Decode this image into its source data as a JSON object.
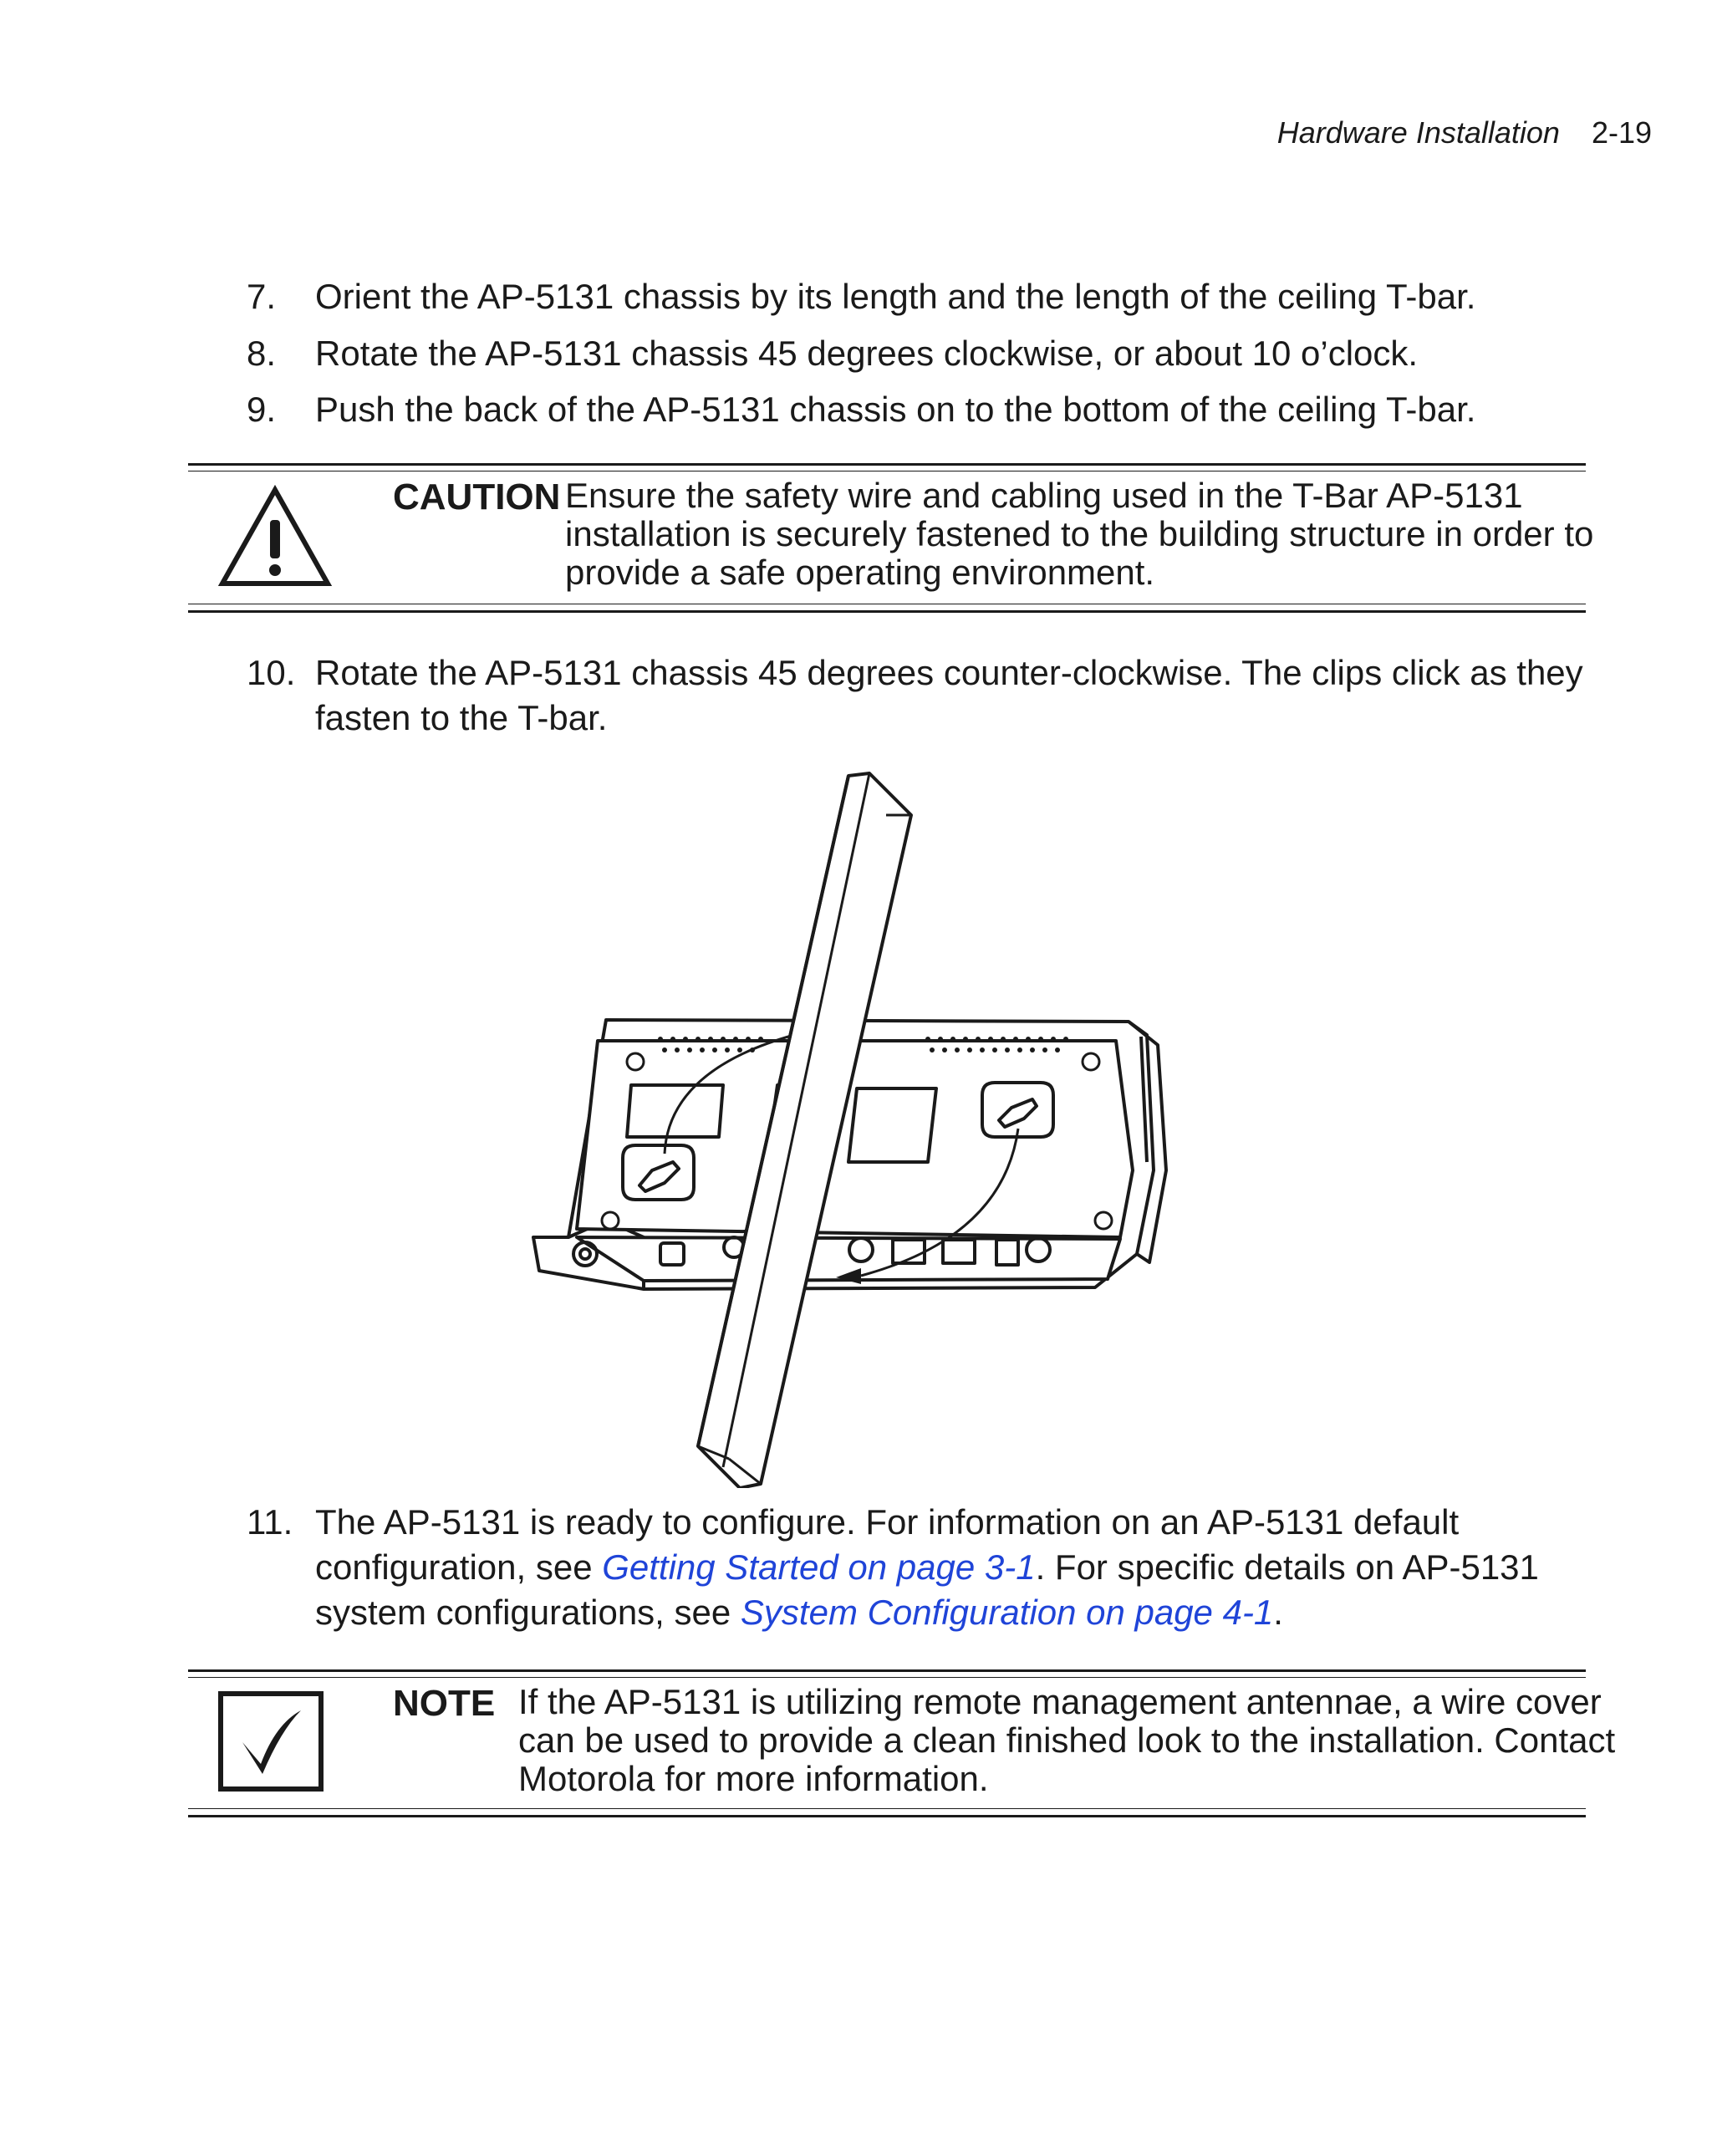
{
  "header": {
    "section": "Hardware Installation",
    "page": "2-19"
  },
  "steps_top": [
    {
      "num": "7.",
      "text": "Orient the AP-5131 chassis by its length and the length of the ceiling T-bar."
    },
    {
      "num": "8.",
      "text": "Rotate the AP-5131 chassis 45 degrees clockwise, or about 10 o’clock."
    },
    {
      "num": "9.",
      "text": "Push the back of the AP-5131 chassis on to the bottom of the ceiling T-bar."
    }
  ],
  "caution": {
    "label": "CAUTION",
    "lines": [
      "Ensure the safety wire and cabling used in the T-Bar AP-5131",
      "installation is securely fastened to the building structure in order to",
      "provide a safe operating environment."
    ]
  },
  "step10": {
    "num": "10.",
    "text": "Rotate the AP-5131 chassis 45 degrees counter-clockwise. The clips click as they fasten to the T-bar."
  },
  "step11": {
    "num": "11.",
    "text_a": "The AP-5131 is ready to configure. For information on an AP-5131 default configuration, see ",
    "link1": "Getting Started on page 3-1",
    "text_b": ". For specific details on AP-5131 system configurations, see ",
    "link2": "System Configuration on page 4-1",
    "text_c": "."
  },
  "note": {
    "label": "NOTE",
    "lines": [
      "If the AP-5131 is utilizing remote management antennae, a wire cover",
      "can be used to provide a clean finished look to the installation. Contact",
      "Motorola for more information."
    ]
  },
  "colors": {
    "link": "#1f44d8",
    "text": "#1a1a1a"
  },
  "icons": {
    "caution": "warning-triangle-icon",
    "note": "checkmark-box-icon"
  }
}
